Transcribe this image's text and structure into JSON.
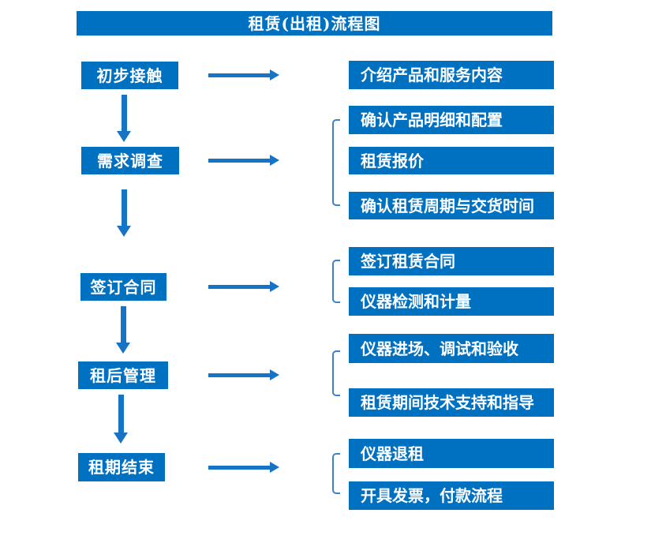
{
  "title": "租赁(出租)流程图",
  "stages": [
    {
      "label": "初步接触",
      "outputs": [
        "介绍产品和服务内容"
      ]
    },
    {
      "label": "需求调查",
      "outputs": [
        "确认产品明细和配置",
        "租赁报价",
        "确认租赁周期与交货时间"
      ]
    },
    {
      "label": "签订合同",
      "outputs": [
        "签订租赁合同",
        "仪器检测和计量"
      ]
    },
    {
      "label": "租后管理",
      "outputs": [
        "仪器进场、调试和验收",
        "租赁期间技术支持和指导"
      ]
    },
    {
      "label": "租期结束",
      "outputs": [
        "仪器退租",
        "开具发票，付款流程"
      ]
    }
  ],
  "colors": {
    "box_fill": "#0070c0",
    "arrow": "#1673c5",
    "bracket": "#3e82c4",
    "box_text": "#ffffff",
    "background": "#ffffff"
  }
}
